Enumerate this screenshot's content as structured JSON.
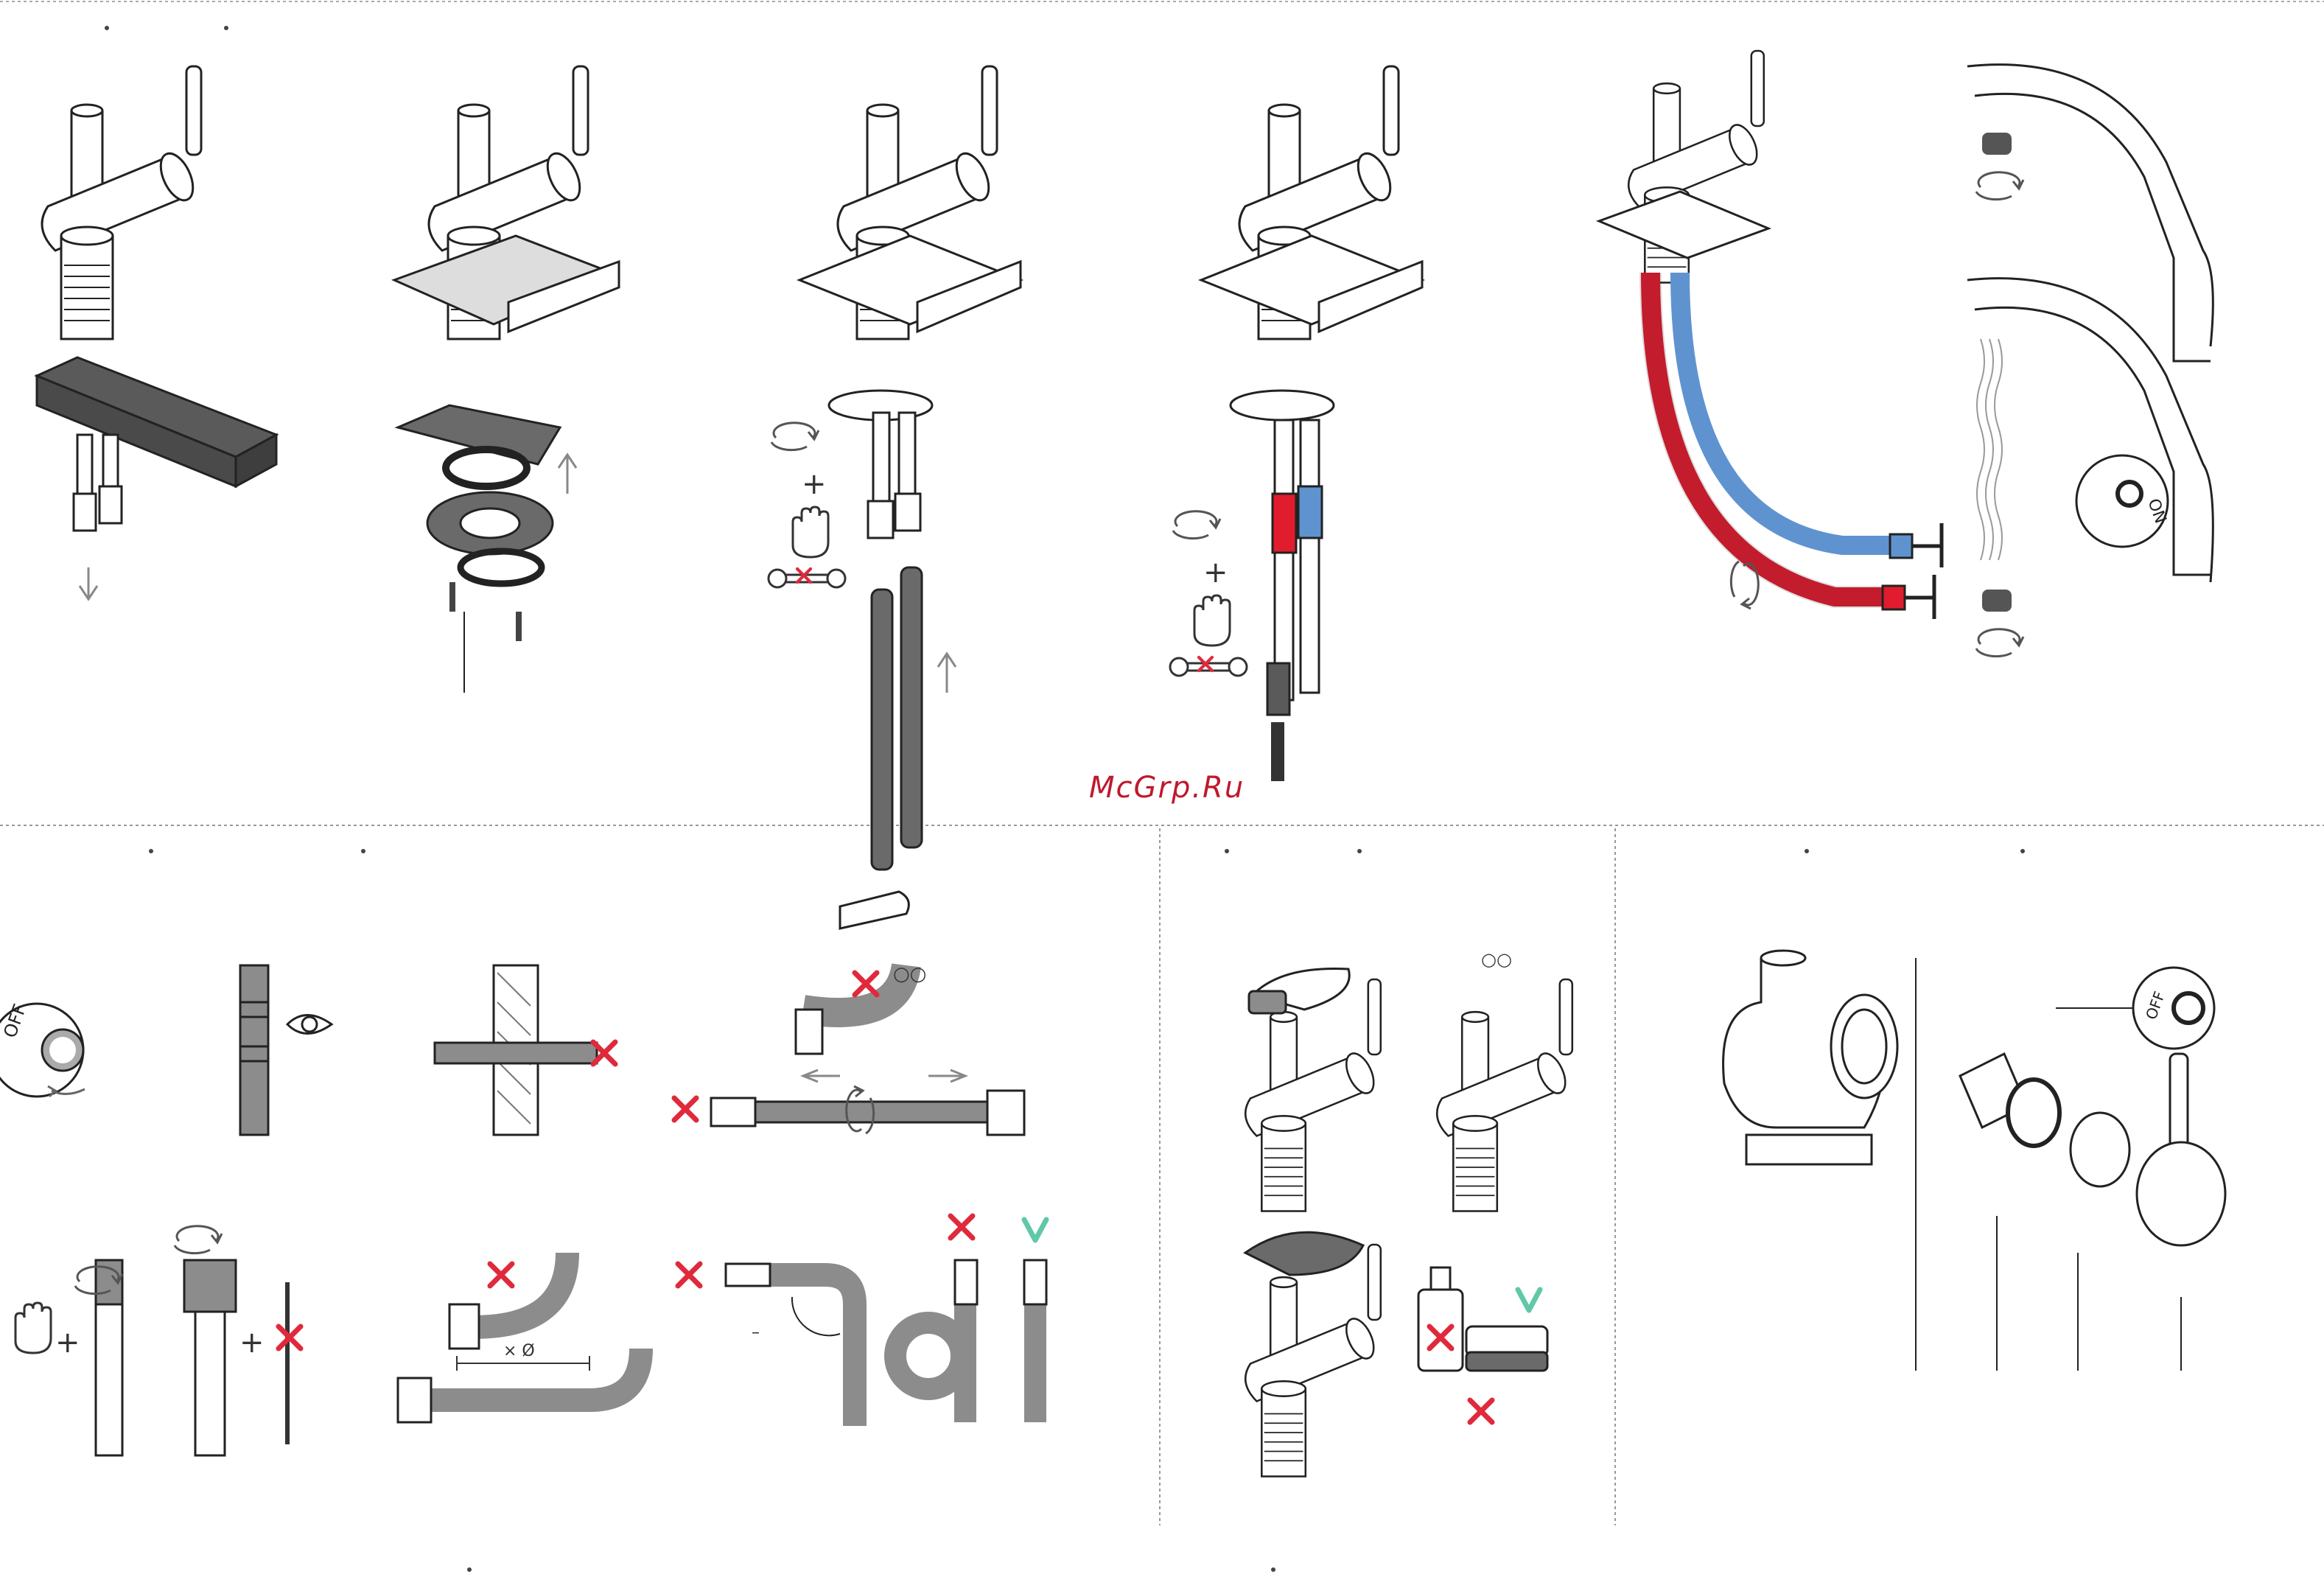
{
  "watermark": "McGrp.Ru",
  "labels": {
    "off": "OFF",
    "on": "ON",
    "diameter": "× Ø",
    "minus": "–"
  },
  "colors": {
    "hot": "#e01c2e",
    "cold": "#5f93d0",
    "dark_part": "#5a5a5a",
    "hose_grey": "#8c8c8c",
    "cross_red": "#e02a3c",
    "check_green": "#5fc8a8",
    "line": "#222222",
    "divider": "#999999"
  },
  "icons": [
    "faucet-icon",
    "wrench-icon",
    "hand-icon",
    "rotate-arrow-icon",
    "eye-icon",
    "cross-icon",
    "check-icon",
    "bottle-icon",
    "sponge-icon",
    "off-knob-icon",
    "on-knob-icon"
  ]
}
